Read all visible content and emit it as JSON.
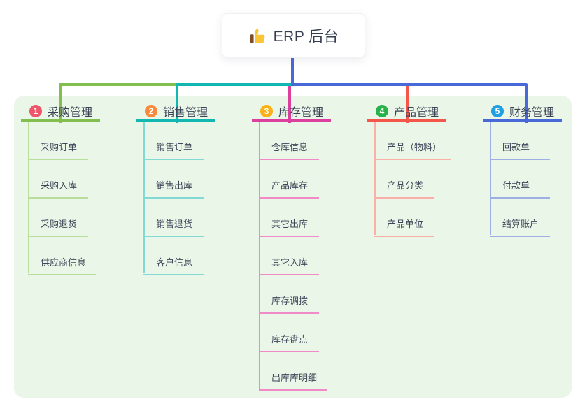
{
  "root": {
    "title": "ERP 后台",
    "icon": "thumbs-up"
  },
  "colors": {
    "background": "#ffffff",
    "panel_background": "#eaf6e8",
    "root_connector": "#4a69d9",
    "title_text": "#353d50",
    "label_text": "#3a4254",
    "child_text": "#3e4759"
  },
  "branches": [
    {
      "index": "1",
      "label": "采购管理",
      "badge_color": "#f0566b",
      "line_color": "#82be50",
      "child_line_color": "#b9dd9a",
      "children": [
        "采购订单",
        "采购入库",
        "采购退货",
        "供应商信息"
      ]
    },
    {
      "index": "2",
      "label": "销售管理",
      "badge_color": "#f78a3c",
      "line_color": "#12b7b1",
      "child_line_color": "#83dad5",
      "children": [
        "销售订单",
        "销售出库",
        "销售退货",
        "客户信息"
      ]
    },
    {
      "index": "3",
      "label": "库存管理",
      "badge_color": "#fbb117",
      "line_color": "#dd3f9e",
      "child_line_color": "#f08bc7",
      "children": [
        "仓库信息",
        "产品库存",
        "其它出库",
        "其它入库",
        "库存调拨",
        "库存盘点",
        "出库库明细"
      ]
    },
    {
      "index": "4",
      "label": "产品管理",
      "badge_color": "#27b24b",
      "line_color": "#f5564a",
      "child_line_color": "#faafa8",
      "children": [
        "产品（物料）",
        "产品分类",
        "产品单位"
      ]
    },
    {
      "index": "5",
      "label": "财务管理",
      "badge_color": "#1fa0e2",
      "line_color": "#4a69d9",
      "child_line_color": "#9dafe5",
      "children": [
        "回款单",
        "付款单",
        "结算账户"
      ]
    }
  ]
}
